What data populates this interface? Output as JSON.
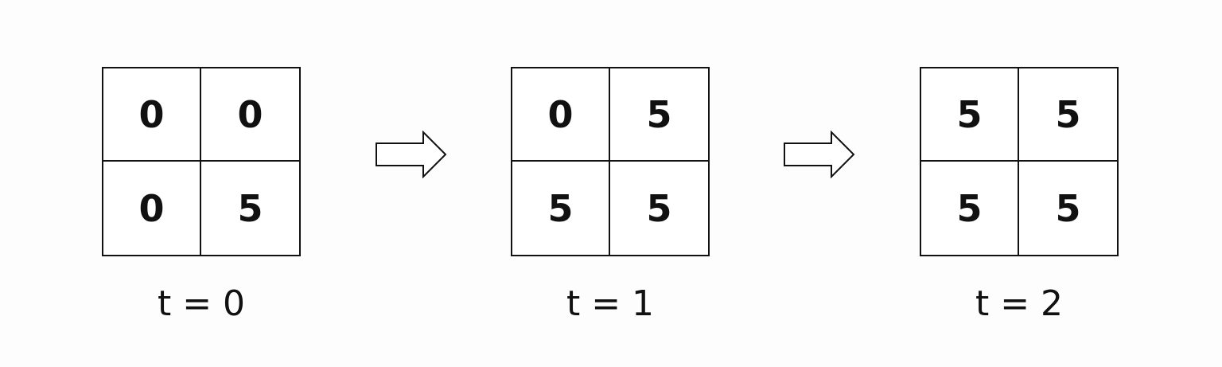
{
  "states": [
    {
      "label": "t = 0",
      "cells": [
        "0",
        "0",
        "0",
        "5"
      ]
    },
    {
      "label": "t = 1",
      "cells": [
        "0",
        "5",
        "5",
        "5"
      ]
    },
    {
      "label": "t = 2",
      "cells": [
        "5",
        "5",
        "5",
        "5"
      ]
    }
  ],
  "arrow_icon": "right-arrow-outline"
}
